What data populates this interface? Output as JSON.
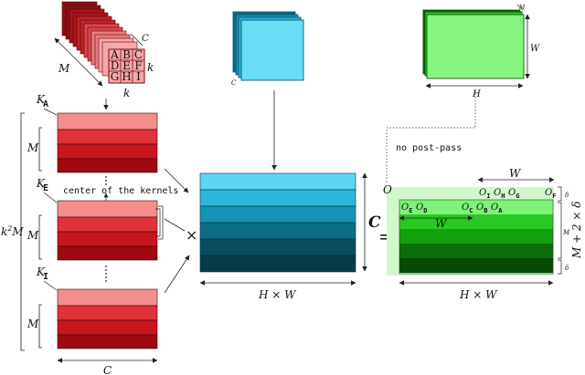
{
  "colors": {
    "red": [
      "#f58d8d",
      "#e0323a",
      "#c8151e",
      "#9e0a10",
      "#6a0408"
    ],
    "kernel_red": [
      "#8a0f15",
      "#a4161c",
      "#bf2228",
      "#d9464b",
      "#ec7a7d",
      "#f6a8aa"
    ],
    "cyan": [
      "#5dd6f4",
      "#2bb6dc",
      "#1594b6",
      "#0c6d86",
      "#084e60",
      "#063b48"
    ],
    "green": [
      "#d2f7cd",
      "#7ff27a",
      "#29c923",
      "#12a10e",
      "#0a6d07",
      "#064a04"
    ],
    "green_box": "#86f57e",
    "cyan_box": "#6adcf5"
  },
  "kernel": {
    "letters": [
      [
        "A",
        "B",
        "C"
      ],
      [
        "D",
        "E",
        "F"
      ],
      [
        "G",
        "H",
        "I"
      ]
    ],
    "label_M": "M",
    "label_C": "C",
    "label_k_side": "k",
    "label_k_bottom": "k"
  },
  "left": {
    "rows": [
      {
        "K": "K",
        "sub": "A",
        "dim": "M"
      },
      {
        "K": "K",
        "sub": "E",
        "dim": "M"
      },
      {
        "K": "K",
        "sub": "I",
        "dim": "M"
      }
    ],
    "center_label": "center of the kernels",
    "total_label": "k²M",
    "width_label": "C"
  },
  "input": {
    "label_C": "C"
  },
  "middle": {
    "times": "×",
    "C_label": "C",
    "width_label": "H × W"
  },
  "equals": "=",
  "output": {
    "O_label": "O",
    "O_labels": [
      {
        "o": "O",
        "s": "I"
      },
      {
        "o": "O",
        "s": "H"
      },
      {
        "o": "O",
        "s": "G"
      },
      {
        "o": "O",
        "s": "F"
      },
      {
        "o": "O",
        "s": "E"
      },
      {
        "o": "O",
        "s": "D"
      },
      {
        "o": "O",
        "s": "C"
      },
      {
        "o": "O",
        "s": "B"
      },
      {
        "o": "O",
        "s": "A"
      }
    ],
    "W_top": "W",
    "W_inner": "W",
    "delta_top": "δ",
    "delta_bottom": "δ",
    "M_label": "M",
    "side_label": "M + 2 × δ",
    "width_label": "H × W",
    "no_post_pass": "no post-pass"
  },
  "top_right": {
    "M": "M",
    "W": "W",
    "H": "H"
  }
}
